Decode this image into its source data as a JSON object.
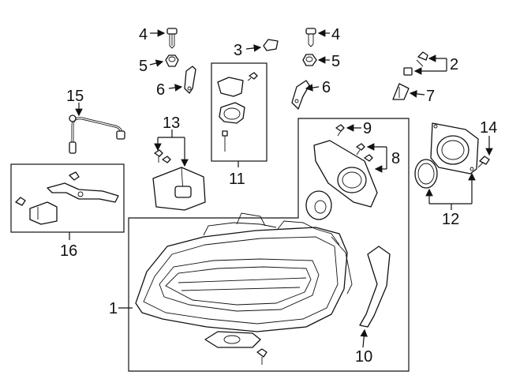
{
  "diagram": {
    "callouts": {
      "c1": "1",
      "c2": "2",
      "c3": "3",
      "c4a": "4",
      "c4b": "4",
      "c5a": "5",
      "c5b": "5",
      "c6a": "6",
      "c6b": "6",
      "c7": "7",
      "c8": "8",
      "c9": "9",
      "c10": "10",
      "c11": "11",
      "c12": "12",
      "c13": "13",
      "c14": "14",
      "c15": "15",
      "c16": "16"
    }
  }
}
